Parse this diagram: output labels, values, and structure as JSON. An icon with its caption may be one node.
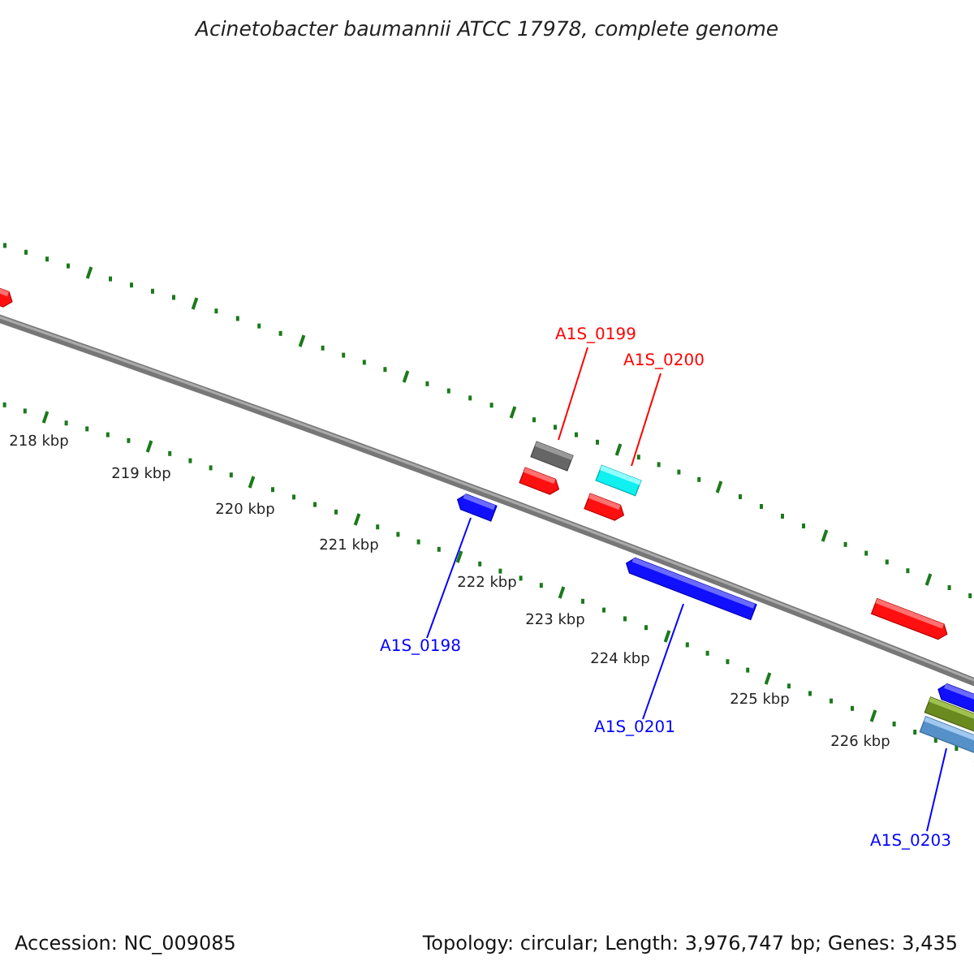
{
  "diagram": {
    "title": "Acinetobacter baumannii ATCC 17978, complete genome",
    "nodes": [
      {
        "text": [
          "A1S_0199"
        ]
      },
      {
        "text": [
          "A1S_0200"
        ]
      },
      {
        "text": [
          "A1S_0198"
        ]
      },
      {
        "text": [
          "A1S_0201"
        ]
      },
      {
        "text": [
          "A1S_0203"
        ]
      },
      {
        "text": [],
        "shape": "bar"
      },
      {
        "text": [],
        "shape": "bar"
      },
      {
        "text": [],
        "shape": "bar"
      },
      {
        "text": [],
        "shape": "bar"
      },
      {
        "text": [],
        "shape": "bar"
      }
    ],
    "edges": [
      {
        "from": 0,
        "to": 5,
        "arrow": "none",
        "color": "#ff0000"
      },
      {
        "from": 1,
        "to": 6,
        "arrow": "none",
        "color": "#ff0000"
      },
      {
        "from": 2,
        "to": 7,
        "arrow": "none"
      },
      {
        "from": 3,
        "to": 8,
        "arrow": "none"
      },
      {
        "from": 4,
        "to": 9,
        "arrow": "none"
      }
    ],
    "labels": [
      "218 kbp",
      "219 kbp",
      "220 kbp",
      "221 kbp",
      "222 kbp",
      "223 kbp",
      "224 kbp",
      "225 kbp",
      "226 kbp",
      "Accession: NC_009085",
      "Topology: circular; Length: 3,976,747 bp; Genes: 3,435"
    ]
  }
}
